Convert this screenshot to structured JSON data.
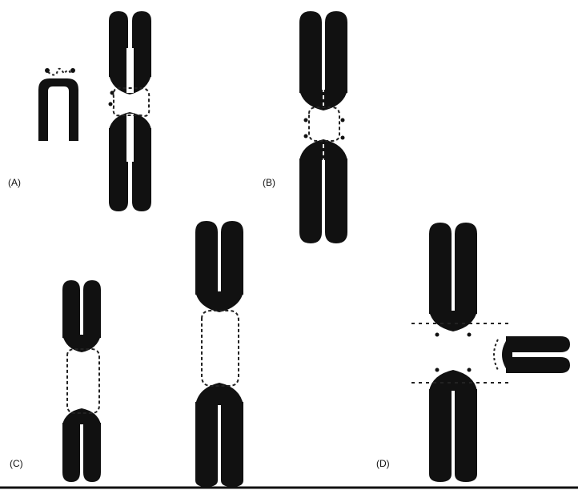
{
  "panels": {
    "a": {
      "label": "(A)"
    },
    "b": {
      "label": "(B)"
    },
    "c": {
      "label": "(C)"
    },
    "d": {
      "label": "(D)"
    }
  },
  "colors": {
    "chromosome": "#111111",
    "dashed": "#222222",
    "background": "#ffffff"
  }
}
